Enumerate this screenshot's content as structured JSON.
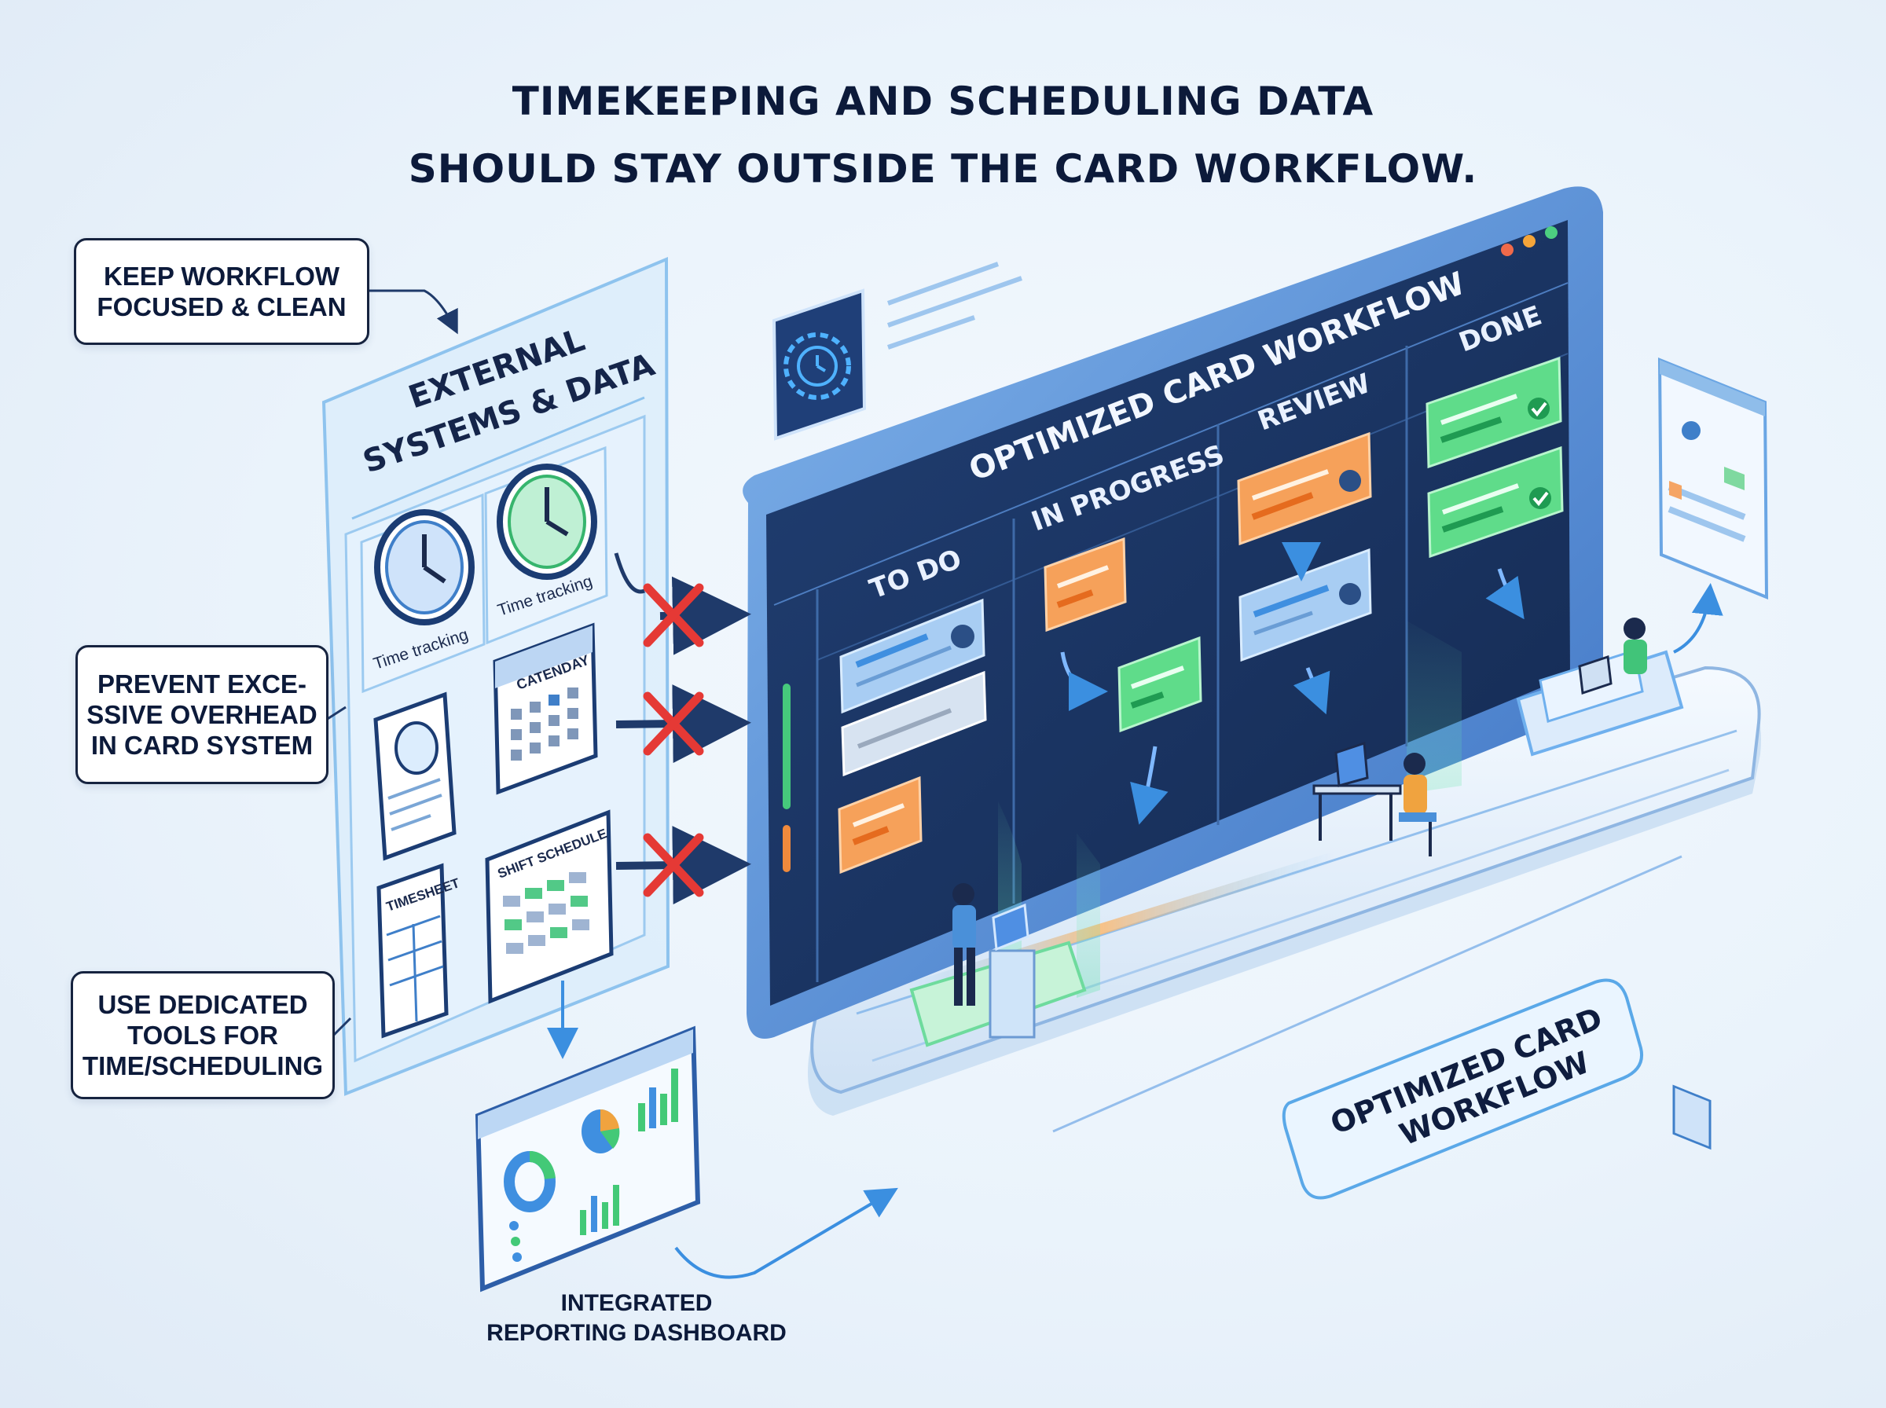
{
  "title": {
    "line1": "TIMEKEEPING AND SCHEDULING DATA",
    "line2": "SHOULD STAY OUTSIDE THE CARD WORKFLOW."
  },
  "callouts": {
    "keep": {
      "line1": "KEEP WORKFLOW",
      "line2": "FOCUSED & CLEAN"
    },
    "prevent": {
      "line1": "PREVENT EXCE-",
      "line2": "SSIVE OVERHEAD",
      "line3": "IN CARD SYSTEM"
    },
    "use": {
      "line1": "USE DEDICATED",
      "line2": "TOOLS FOR",
      "line3": "TIME/SCHEDULING"
    }
  },
  "external_panel": {
    "title_line1": "EXTERNAL",
    "title_line2": "SYSTEMS & DATA",
    "tiles": {
      "time1": "Time tracking",
      "time2": "Time tracking",
      "calendar": "CATENDAY",
      "timesheet": "TIMESHEET",
      "shift": "SHIFT SCHEDULE"
    }
  },
  "board": {
    "title": "OPTIMIZED CARD WORKFLOW",
    "columns": [
      "TO DO",
      "IN PROGRESS",
      "REVIEW",
      "DONE"
    ]
  },
  "platform_label": {
    "line1": "OPTIMIZED CARD",
    "line2": "WORKFLOW"
  },
  "dashboard_label": {
    "line1": "INTEGRATED",
    "line2": "REPORTING DASHBOARD"
  },
  "colors": {
    "board_bg": "#1d3766",
    "accent_blue": "#3f8fe0",
    "card_orange": "#f08a3c",
    "card_green": "#43c977",
    "card_blue": "#9cc6ef",
    "blocked_red": "#e53935",
    "title_text": "#0c1a3a"
  },
  "icons": [
    "clock-icon",
    "calendar-icon",
    "timesheet-icon",
    "shift-schedule-icon",
    "gear-clock-icon",
    "check-icon",
    "x-mark-icon",
    "arrow-icon",
    "pie-chart-icon",
    "bar-chart-icon",
    "avatar-icon"
  ]
}
